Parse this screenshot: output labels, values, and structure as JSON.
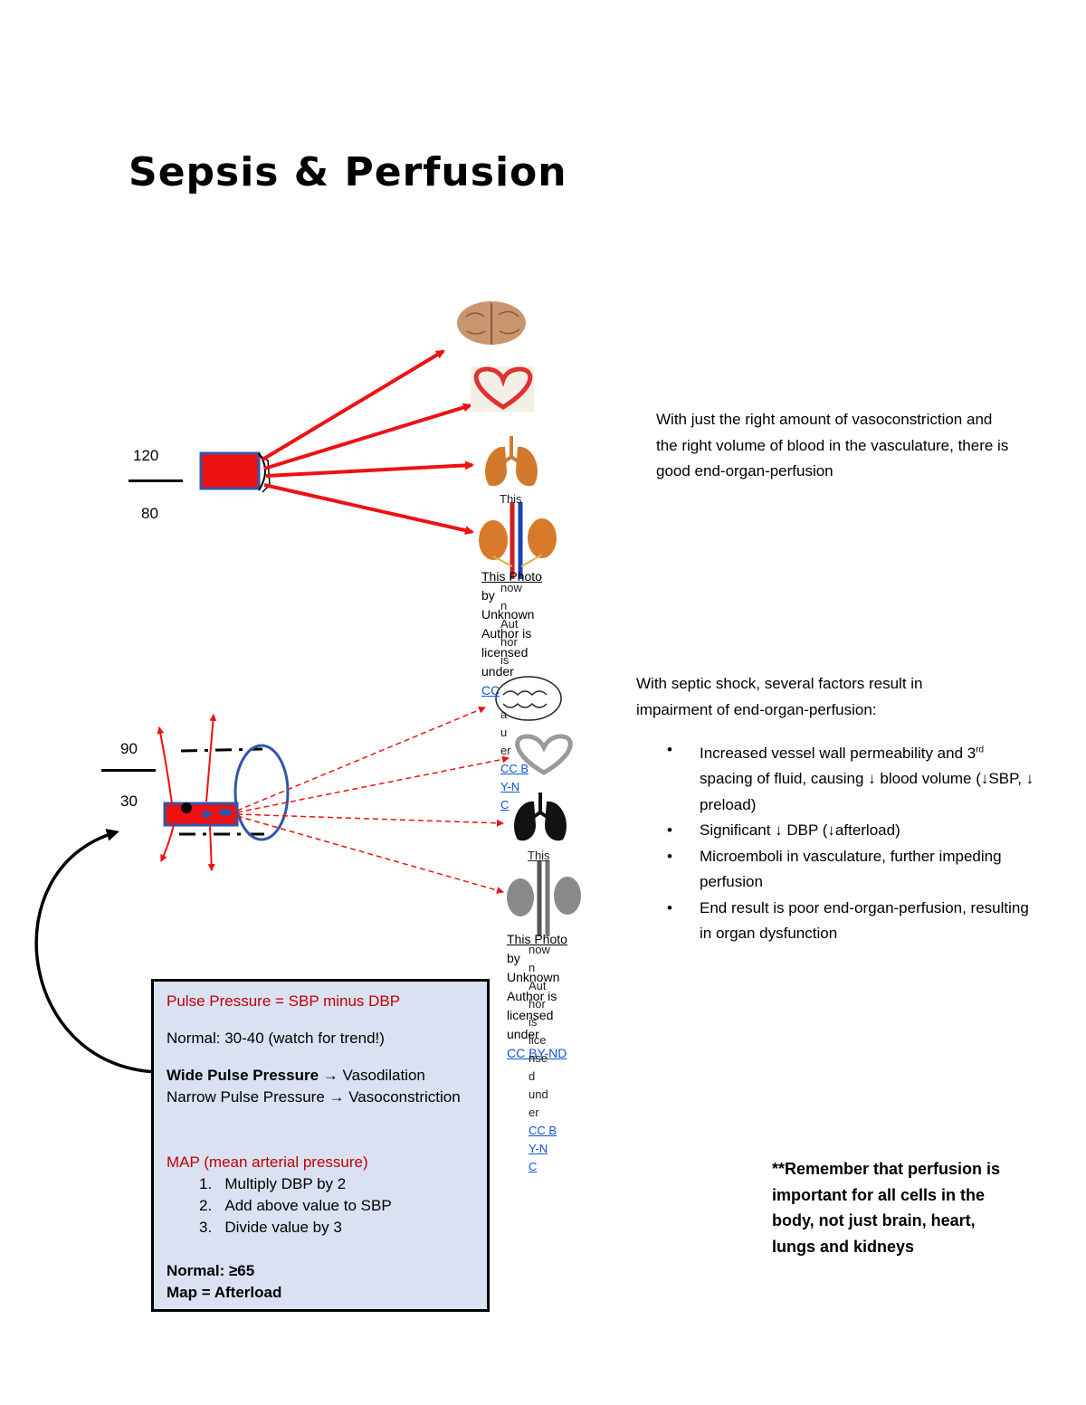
{
  "title": "Sepsis & Perfusion",
  "normal_bp": {
    "systolic": "120",
    "diastolic": "80"
  },
  "septic_bp": {
    "systolic": "90",
    "diastolic": "30"
  },
  "normal_text": "With just the right amount of vasoconstriction and the right volume of blood in the vasculature, there is good end-organ-perfusion",
  "septic_intro": "With septic shock, several factors result in impairment of end-organ-perfusion:",
  "septic_bullets": [
    "Increased vessel wall permeability and 3rd spacing of fluid, causing ↓ blood volume (↓SBP, ↓ preload)",
    "Significant ↓ DBP (↓afterload)",
    "Microemboli in vasculature, further impeding perfusion",
    "End result is poor end-organ-perfusion, resulting in organ dysfunction"
  ],
  "credit_top": {
    "line1": "This Photo",
    "line2": "by",
    "line3": "Unknown",
    "line4": "Author is",
    "line5": "licensed",
    "line6": "under",
    "link": "CC"
  },
  "credit_bottom": {
    "line1": "This Photo",
    "line2": "by",
    "line3": "Unknown",
    "line4": "Author is",
    "line5": "licensed",
    "line6": "under",
    "link": "CC BY-ND"
  },
  "box": {
    "pulse_pressure": "Pulse Pressure = SBP minus DBP",
    "pp_normal": "Normal: 30-40 (watch for trend!)",
    "wide": "Wide Pulse Pressure → Vasodilation",
    "narrow": "Narrow Pulse Pressure → Vasoconstriction",
    "map_title": "MAP (mean arterial pressure)",
    "steps": [
      "Multiply DBP by 2",
      "Add above value to SBP",
      "Divide value by 3"
    ],
    "map_normal": "Normal: ≥65",
    "map_afterload": "Map = Afterload"
  },
  "remember": "**Remember that perfusion is important for all cells in the body, not just brain, heart, lungs and kidneys",
  "colors": {
    "vessel_red": "#ee1111",
    "vessel_blue": "#3355aa",
    "box_fill": "#d9e1f2",
    "red_text": "#c00000",
    "link_blue": "#1155cc"
  }
}
